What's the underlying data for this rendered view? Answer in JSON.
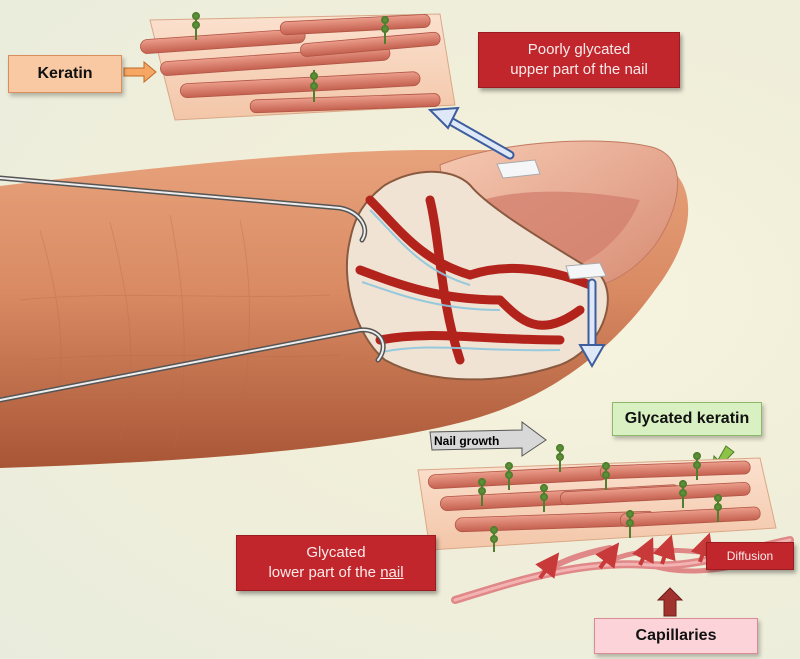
{
  "labels": {
    "keratin": "Keratin",
    "poorly_glycated_line1": "Poorly glycated",
    "poorly_glycated_line2": "upper part of the nail",
    "nail_growth": "Nail growth",
    "glycated_keratin": "Glycated keratin",
    "glycated_lower_line1": "Glycated",
    "glycated_lower_line2_prefix": "lower part of the ",
    "glycated_lower_line2_link": "nail",
    "diffusion": "Diffusion",
    "capillaries": "Capillaries"
  },
  "colors": {
    "skin": "#d98a62",
    "keratin_fiber": "#d97a6a",
    "blood": "#b2231c",
    "label_red": "#c0262c",
    "arrow_blue": "#5a7fc0",
    "arrow_orange": "#e08a3a",
    "glycan_green": "#4f7f2f"
  }
}
